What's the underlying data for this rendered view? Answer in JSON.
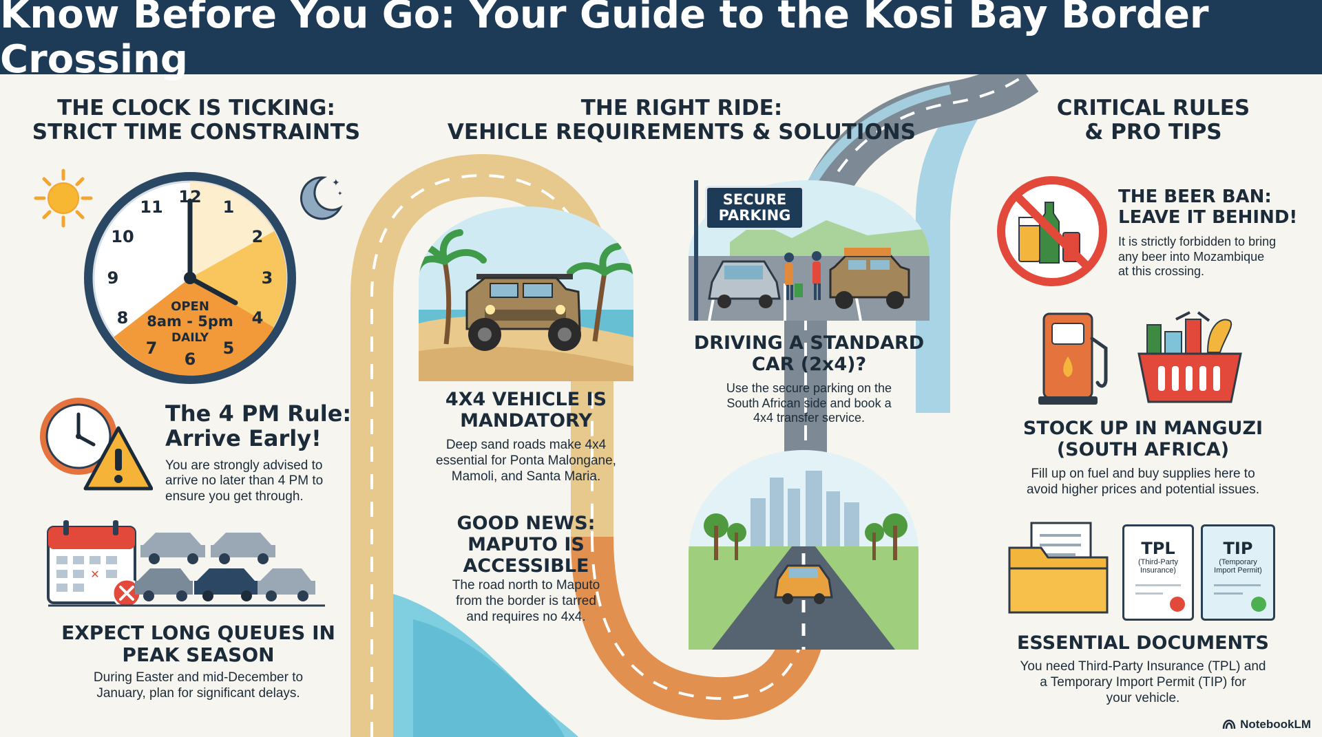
{
  "header": {
    "title": "Know Before You Go: Your Guide to the Kosi Bay Border Crossing"
  },
  "left": {
    "title_line1": "THE CLOCK IS TICKING:",
    "title_line2": "STRICT TIME CONSTRAINTS",
    "clock": {
      "numerals": [
        "12",
        "1",
        "2",
        "3",
        "4",
        "5",
        "6",
        "7",
        "8",
        "9",
        "10",
        "11"
      ],
      "label_line1": "OPEN",
      "label_line2": "8am - 5pm",
      "label_line3": "DAILY"
    },
    "rule": {
      "heading_line1": "The 4 PM Rule:",
      "heading_line2": "Arrive Early!",
      "body_line1": "You are strongly advised to",
      "body_line2": "arrive no later than 4 PM to",
      "body_line3": "ensure you get through."
    },
    "queues": {
      "heading_line1": "EXPECT LONG QUEUES IN",
      "heading_line2": "PEAK SEASON",
      "body_line1": "During Easter and mid-December to",
      "body_line2": "January, plan for significant delays."
    }
  },
  "middle": {
    "title_line1": "THE RIGHT RIDE:",
    "title_line2": "VEHICLE REQUIREMENTS & SOLUTIONS",
    "fourx4": {
      "heading_line1": "4X4 VEHICLE IS",
      "heading_line2": "MANDATORY",
      "body_line1": "Deep sand roads make 4x4",
      "body_line2": "essential for Ponta Malongane,",
      "body_line3": "Mamoli, and Santa Maria."
    },
    "maputo": {
      "heading_line1": "GOOD NEWS:",
      "heading_line2": "MAPUTO IS",
      "heading_line3": "ACCESSIBLE",
      "body_line1": "The road north to Maputo",
      "body_line2": "from the border is tarred",
      "body_line3": "and requires no 4x4."
    },
    "parking_sign_line1": "SECURE",
    "parking_sign_line2": "PARKING",
    "standard": {
      "heading_line1": "DRIVING A STANDARD",
      "heading_line2": "CAR (2x4)?",
      "body_line1": "Use the secure parking on the",
      "body_line2": "South African side and book a",
      "body_line3": "4x4 transfer service."
    }
  },
  "right": {
    "title_line1": "CRITICAL RULES",
    "title_line2": "& PRO TIPS",
    "beer": {
      "heading_line1": "THE BEER BAN:",
      "heading_line2": "LEAVE IT BEHIND!",
      "body_line1": "It is strictly forbidden to bring",
      "body_line2": "any beer into Mozambique",
      "body_line3": "at this crossing."
    },
    "stock": {
      "heading_line1": "STOCK UP IN MANGUZI",
      "heading_line2": "(SOUTH AFRICA)",
      "body_line1": "Fill up on fuel and buy supplies here to",
      "body_line2": "avoid higher prices and potential issues."
    },
    "docs": {
      "tpl": "TPL",
      "tpl_sub_line1": "(Third-Party",
      "tpl_sub_line2": "Insurance)",
      "tip": "TIP",
      "tip_sub_line1": "(Temporary",
      "tip_sub_line2": "Import Permit)",
      "heading": "ESSENTIAL DOCUMENTS",
      "body_line1": "You need Third-Party Insurance (TPL) and",
      "body_line2": "a Temporary Import Permit (TIP) for",
      "body_line3": "your vehicle."
    }
  },
  "brand": "NotebookLM",
  "icons": [
    "sun-icon",
    "moon-icon",
    "clock-icon",
    "alarm-clock-icon",
    "warning-icon",
    "calendar-icon",
    "cancel-icon",
    "car-icon",
    "jeep-icon",
    "palm-tree-icon",
    "no-beer-icon",
    "fuel-pump-icon",
    "shopping-basket-icon",
    "folder-icon",
    "document-icon"
  ],
  "colors": {
    "header": "#1d3a57",
    "road_sand": "#e7c98d",
    "road_orange": "#e2904f",
    "road_grey": "#707d88",
    "sea": "#6fc3d8",
    "accent_orange": "#f3a531",
    "danger_red": "#e2493a"
  }
}
